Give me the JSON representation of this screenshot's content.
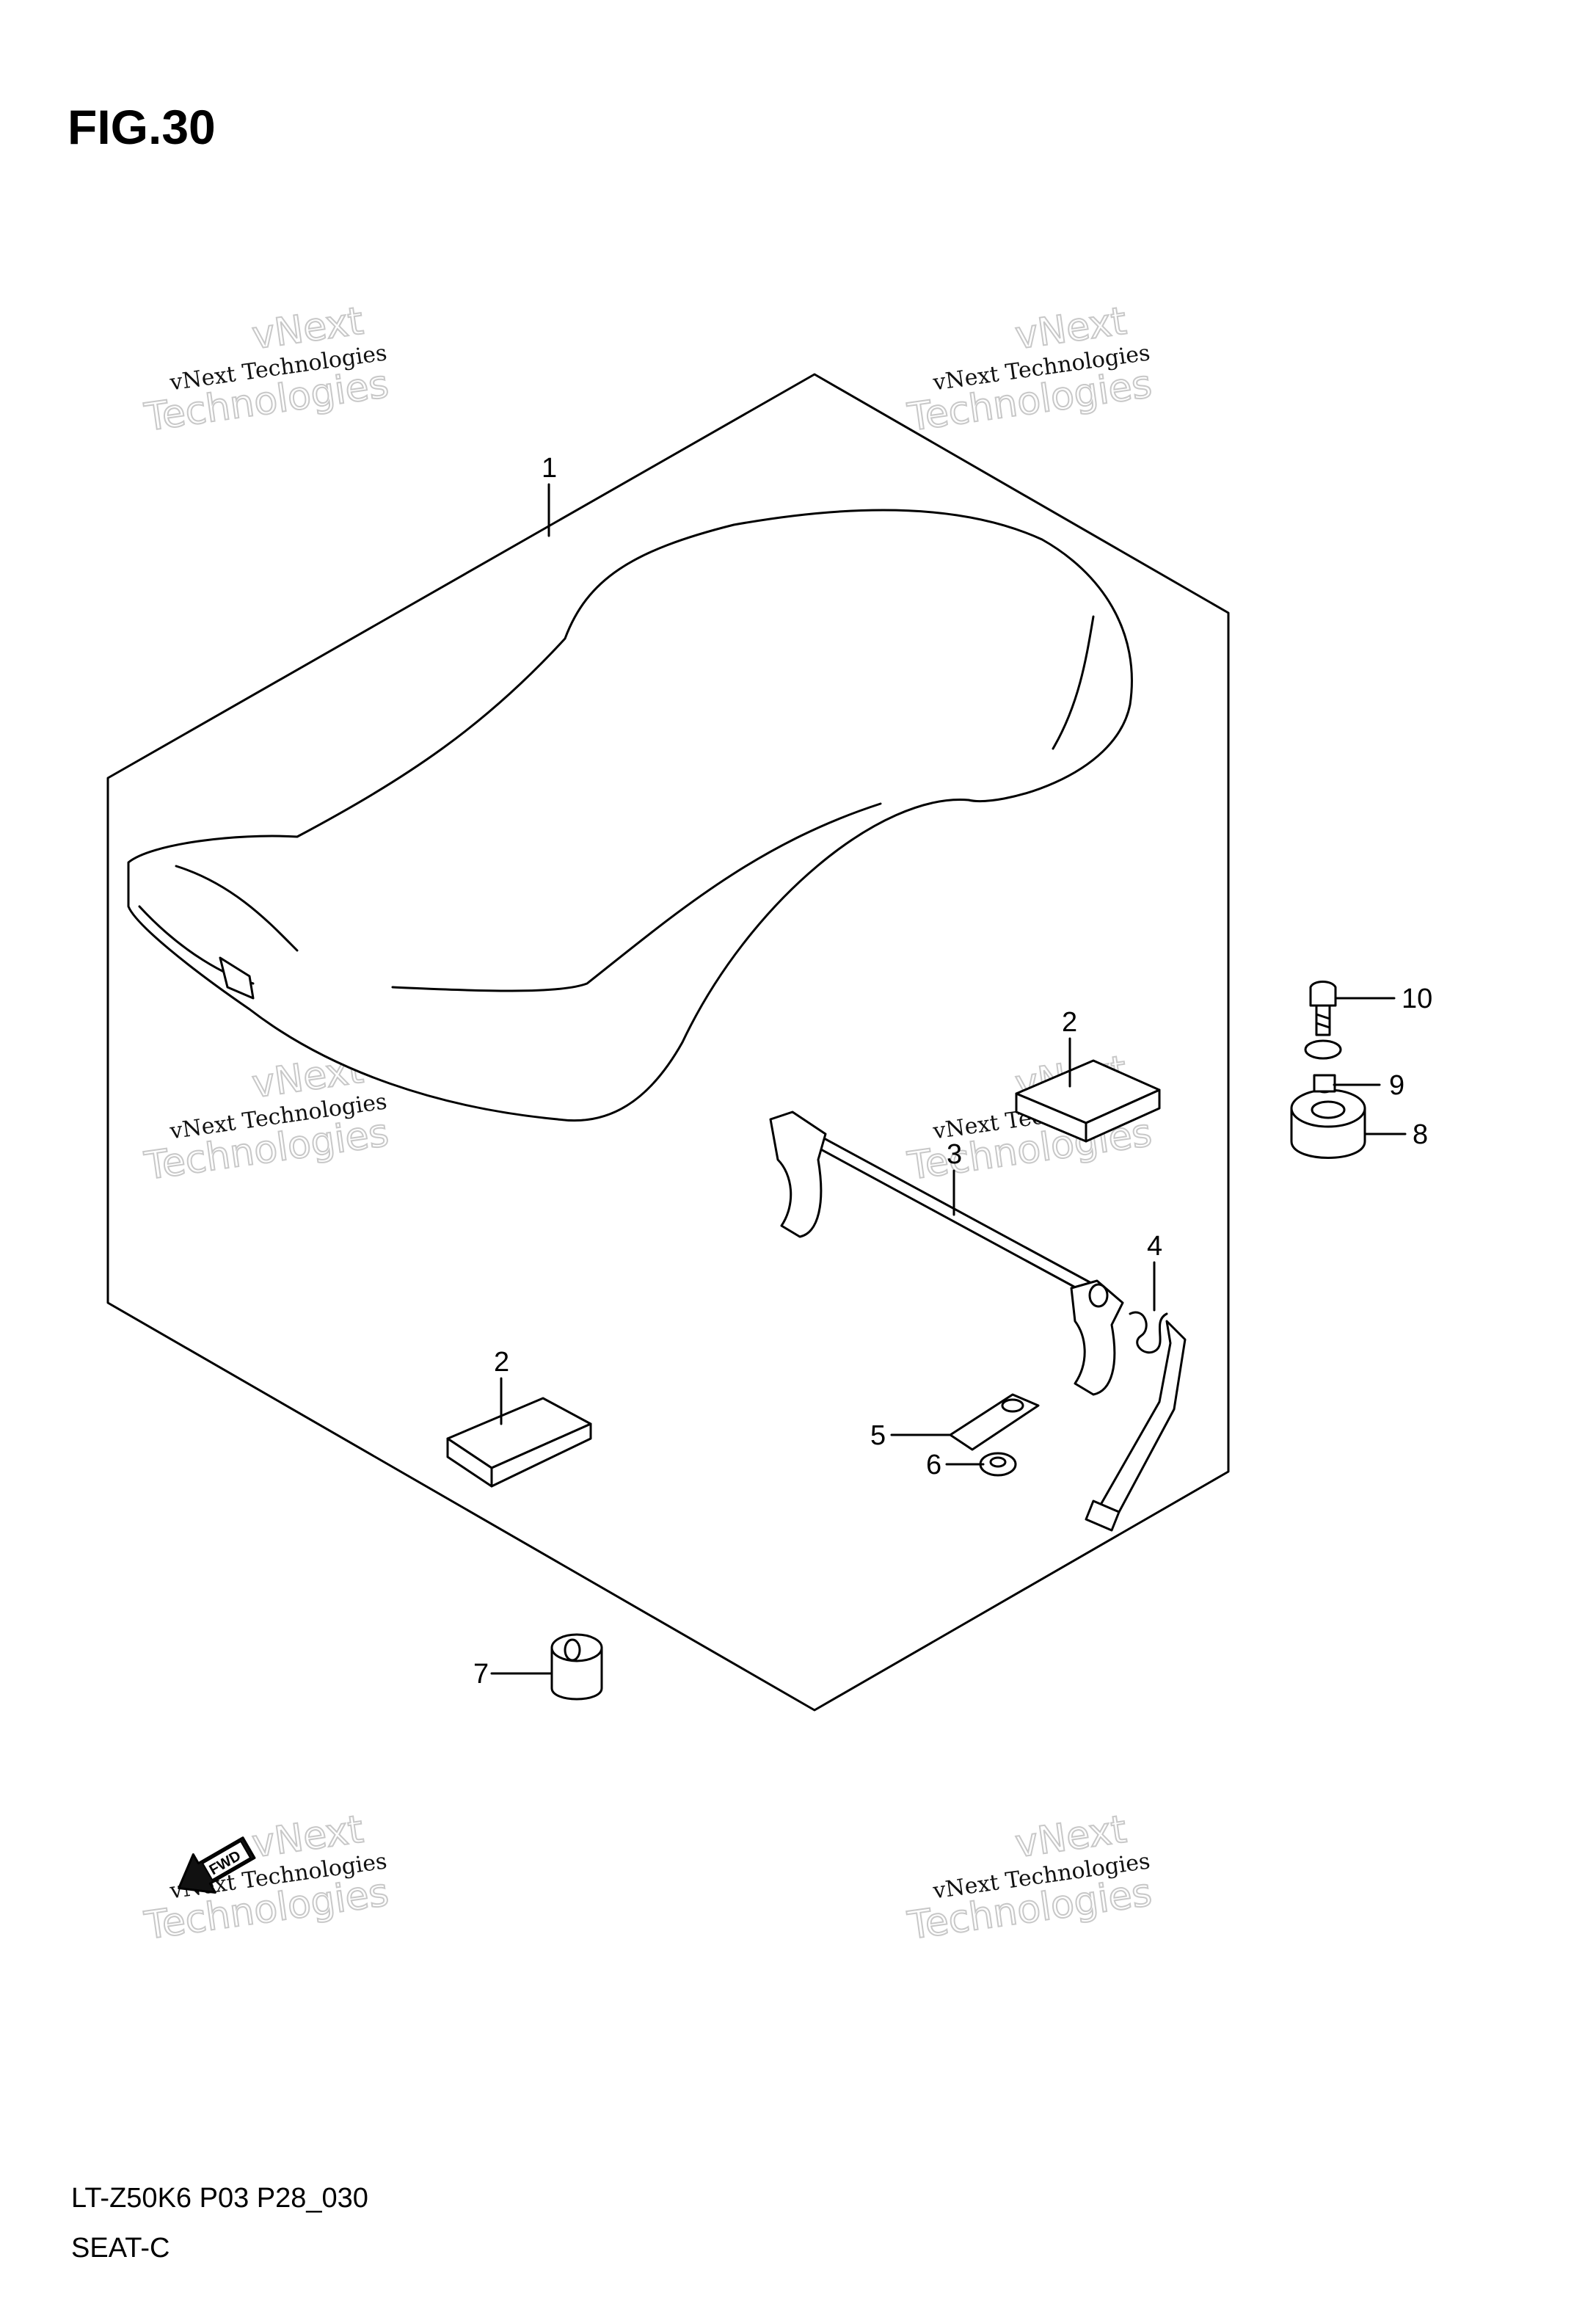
{
  "figure": {
    "title": "FIG.30"
  },
  "callouts": [
    "1",
    "2",
    "2",
    "3",
    "4",
    "5",
    "6",
    "7",
    "8",
    "9",
    "10"
  ],
  "direction_badge": {
    "text": "FWD"
  },
  "watermark": {
    "line1": "vNext Technologies",
    "line2": "vNext",
    "line3": "Technologies"
  },
  "footer": {
    "model_code": "LT-Z50K6 P03 P28_030",
    "section": "SEAT-C"
  }
}
